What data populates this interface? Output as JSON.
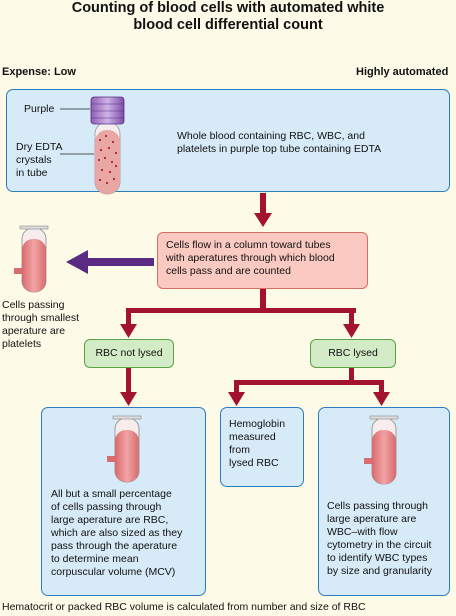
{
  "title_line1": "Counting of blood cells with automated white",
  "title_line2": "blood cell differential count",
  "expense": "Expense: Low",
  "automation": "Highly automated",
  "purple_label": "Purple",
  "dry_edta_l1": "Dry EDTA",
  "dry_edta_l2": "crystals",
  "dry_edta_l3": "in tube",
  "whole_blood_l1": "Whole blood containing RBC, WBC, and",
  "whole_blood_l2": "platelets in purple top tube containing EDTA",
  "flow_l1": "Cells flow in a column toward tubes",
  "flow_l2": "with aperatures through which blood",
  "flow_l3": "cells pass and are counted",
  "platelets_l1": "Cells passing",
  "platelets_l2": "through smallest",
  "platelets_l3": "aperature are",
  "platelets_l4": "platelets",
  "rbc_not_lysed": "RBC not lysed",
  "rbc_lysed": "RBC lysed",
  "hgb_l1": "Hemoglobin",
  "hgb_l2": "measured",
  "hgb_l3": "from",
  "hgb_l4": "lysed RBC",
  "rbc_l1": "All but a small percentage",
  "rbc_l2": "of cells passing through",
  "rbc_l3": "large aperature are RBC,",
  "rbc_l4": "which are also sized as they",
  "rbc_l5": "pass through the aperature",
  "rbc_l6": "to determine mean",
  "rbc_l7": "corpuscular volume (MCV)",
  "wbc_l1": "Cells passing through",
  "wbc_l2": "large aperature are",
  "wbc_l3": "WBC–with flow",
  "wbc_l4": "cytometry in the circuit",
  "wbc_l5": "to identify WBC types",
  "wbc_l6": "by size and granularity",
  "footer": "Hematocrit or packed RBC volume is calculated from number and size of RBC",
  "colors": {
    "background": "#fdfbe8",
    "blue_box": "#d7eaf7",
    "pink_box": "#f9c9c2",
    "green_box": "#d3ebc6",
    "arrow_red": "#a3122e",
    "arrow_purple": "#5b2b83"
  }
}
